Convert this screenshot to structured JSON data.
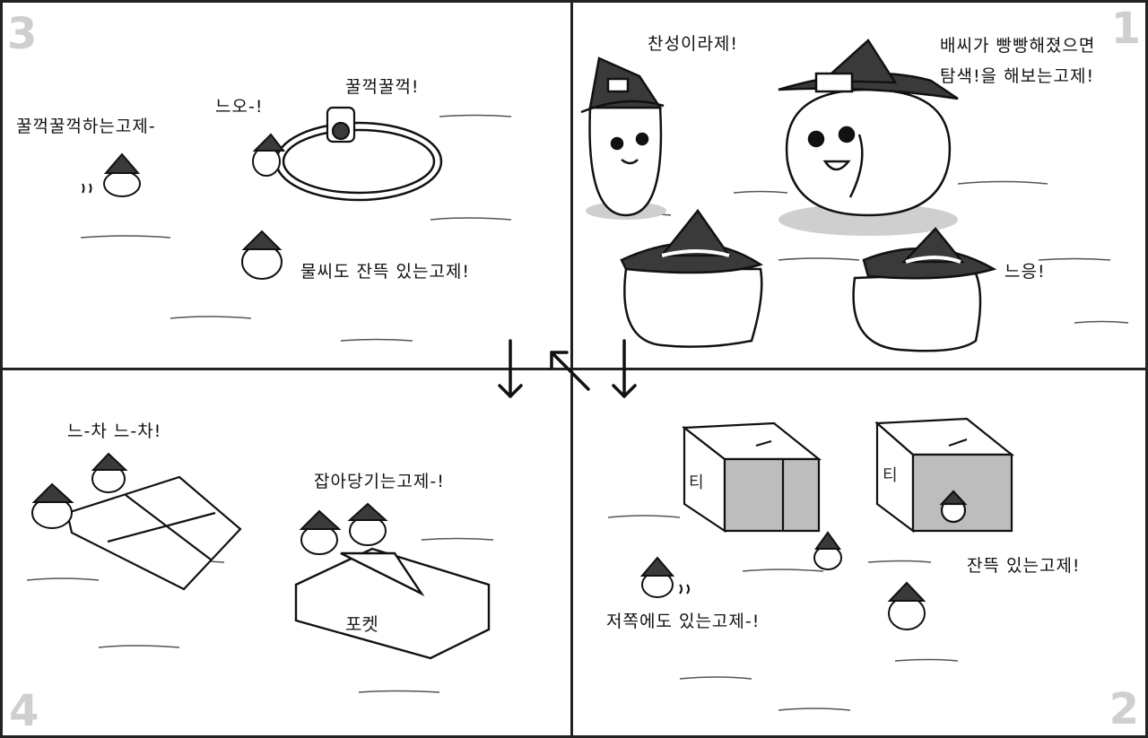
{
  "panels": {
    "p1": {
      "number": "1",
      "speech_left": "찬성이라제!",
      "speech_right_line1": "배씨가 빵빵해졌으면",
      "speech_right_line2": "탐색!을 해보는고제!",
      "speech_bottom": "느응!"
    },
    "p2": {
      "number": "2",
      "box_label_left": "티",
      "box_label_right": "티",
      "speech_left": "저쪽에도 있는고제-!",
      "speech_right": "잔뜩 있는고제!"
    },
    "p3": {
      "number": "3",
      "speech_left": "꿀꺽꿀꺽하는고제-",
      "speech_mid": "느오-!",
      "speech_top": "꿀꺽꿀꺽!",
      "speech_bottom": "물씨도 잔뜩 있는고제!"
    },
    "p4": {
      "number": "4",
      "speech_left": "느-차 느-차!",
      "speech_right": "잡아당기는고제-!",
      "sack_label": "포켓"
    }
  },
  "arrows": [
    "down",
    "up-left",
    "down"
  ],
  "colors": {
    "ink": "#111111",
    "gray_fill": "#bdbdbd",
    "hat": "#3a3a3a",
    "panel_number": "#cfcfcf"
  }
}
